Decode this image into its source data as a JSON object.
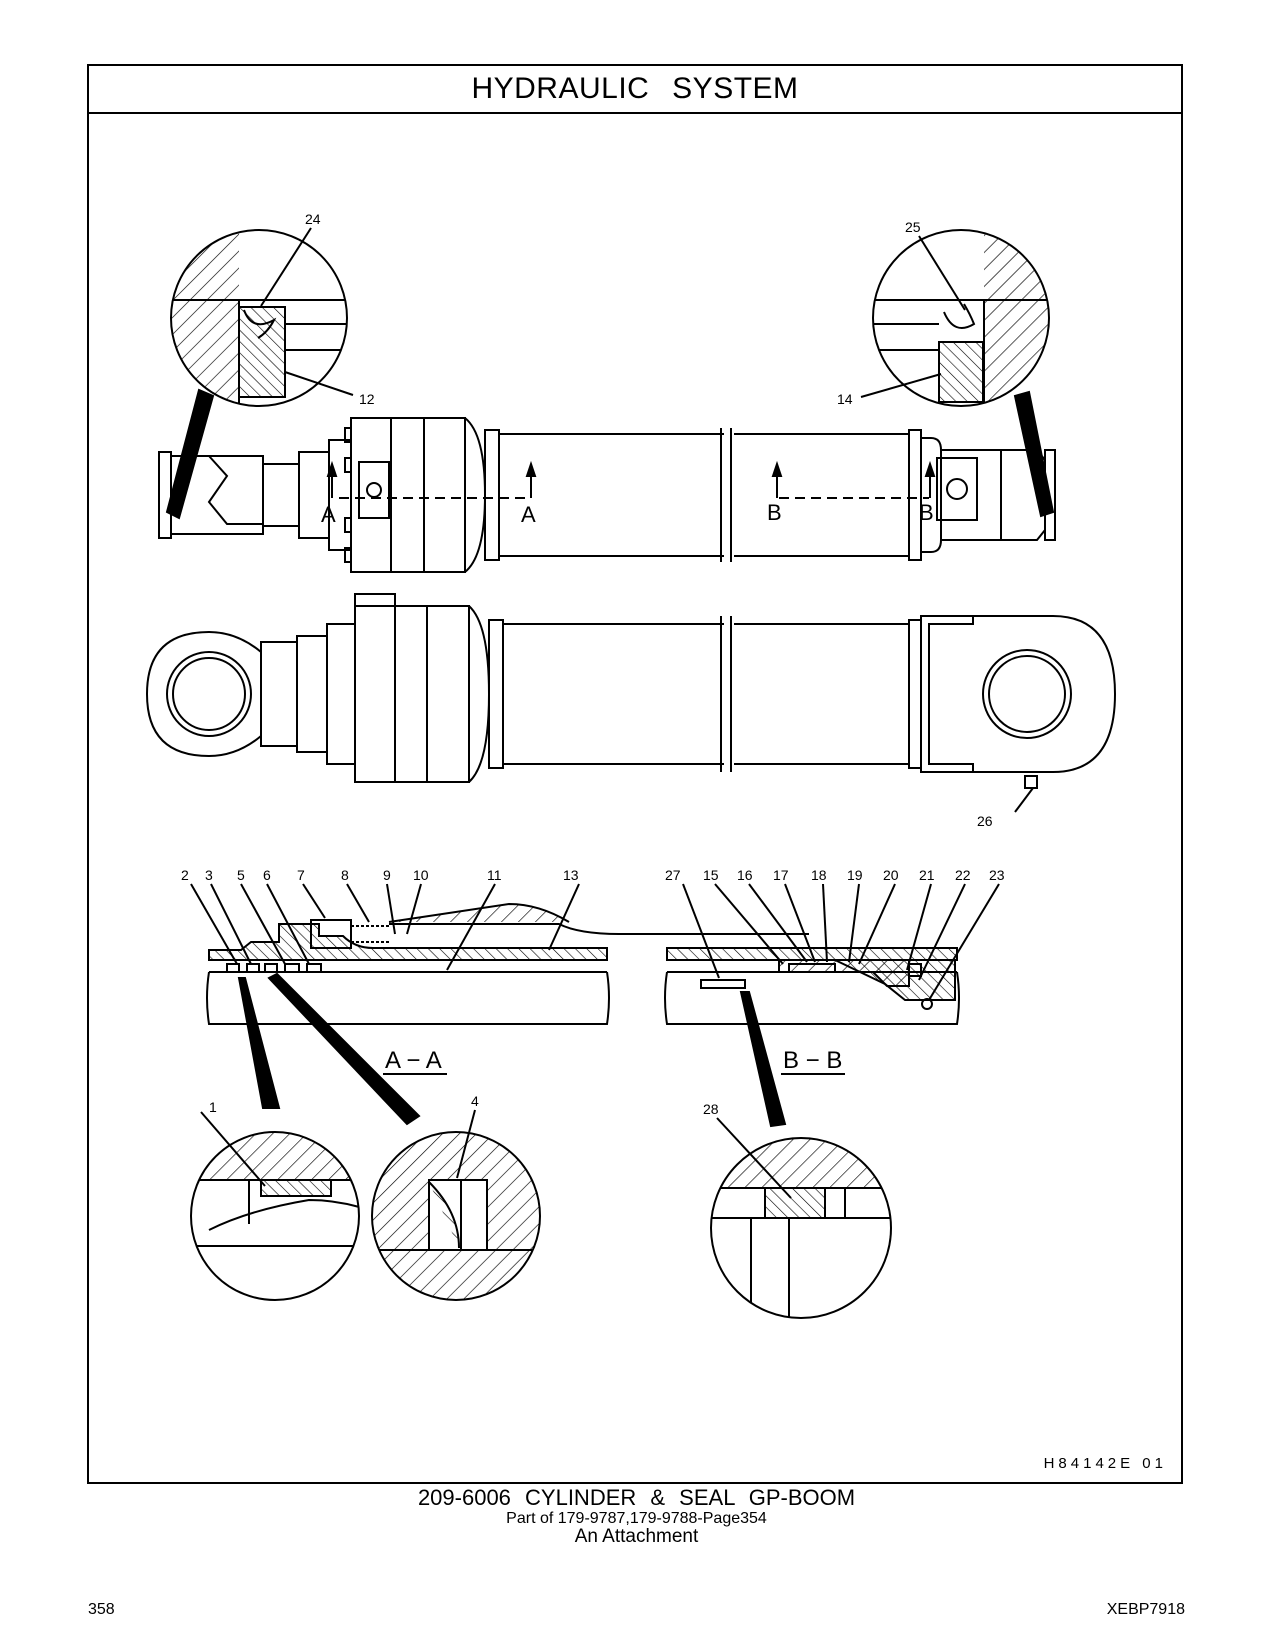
{
  "page": {
    "title": "HYDRAULIC SYSTEM",
    "drawing_code": "H84142E 01",
    "caption": "209-6006 CYLINDER & SEAL GP-BOOM",
    "part_of": "Part of 179-9787,179-9788-Page354",
    "attachment": "An Attachment",
    "page_number": "358",
    "doc_id": "XEBP7918"
  },
  "callouts": {
    "c1": "1",
    "c2": "2",
    "c3": "3",
    "c4": "4",
    "c5": "5",
    "c6": "6",
    "c7": "7",
    "c8": "8",
    "c9": "9",
    "c10": "10",
    "c11": "11",
    "c12": "12",
    "c13": "13",
    "c14": "14",
    "c15": "15",
    "c16": "16",
    "c17": "17",
    "c18": "18",
    "c19": "19",
    "c20": "20",
    "c21": "21",
    "c22": "22",
    "c23": "23",
    "c24": "24",
    "c25": "25",
    "c26": "26",
    "c27": "27",
    "c28": "28"
  },
  "sections": {
    "a_letter": "A",
    "b_letter": "B",
    "aa_title": "A − A",
    "bb_title": "B − B"
  }
}
